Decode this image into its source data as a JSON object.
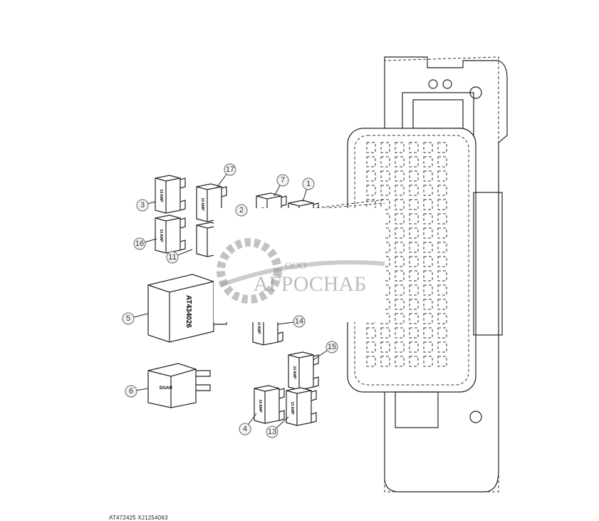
{
  "diagram": {
    "callouts": [
      "1",
      "2",
      "3",
      "4",
      "5",
      "6",
      "7",
      "11",
      "13",
      "14",
      "15",
      "16",
      "17"
    ],
    "fuse_label": "10 AMP",
    "relay_5_label": "AT434026",
    "relay_6_label": "DGAN"
  },
  "watermark": {
    "prefix": "ООО",
    "name": "АГРОСНАБ"
  },
  "footer": {
    "reference": "AT472425  XJ1254063"
  }
}
